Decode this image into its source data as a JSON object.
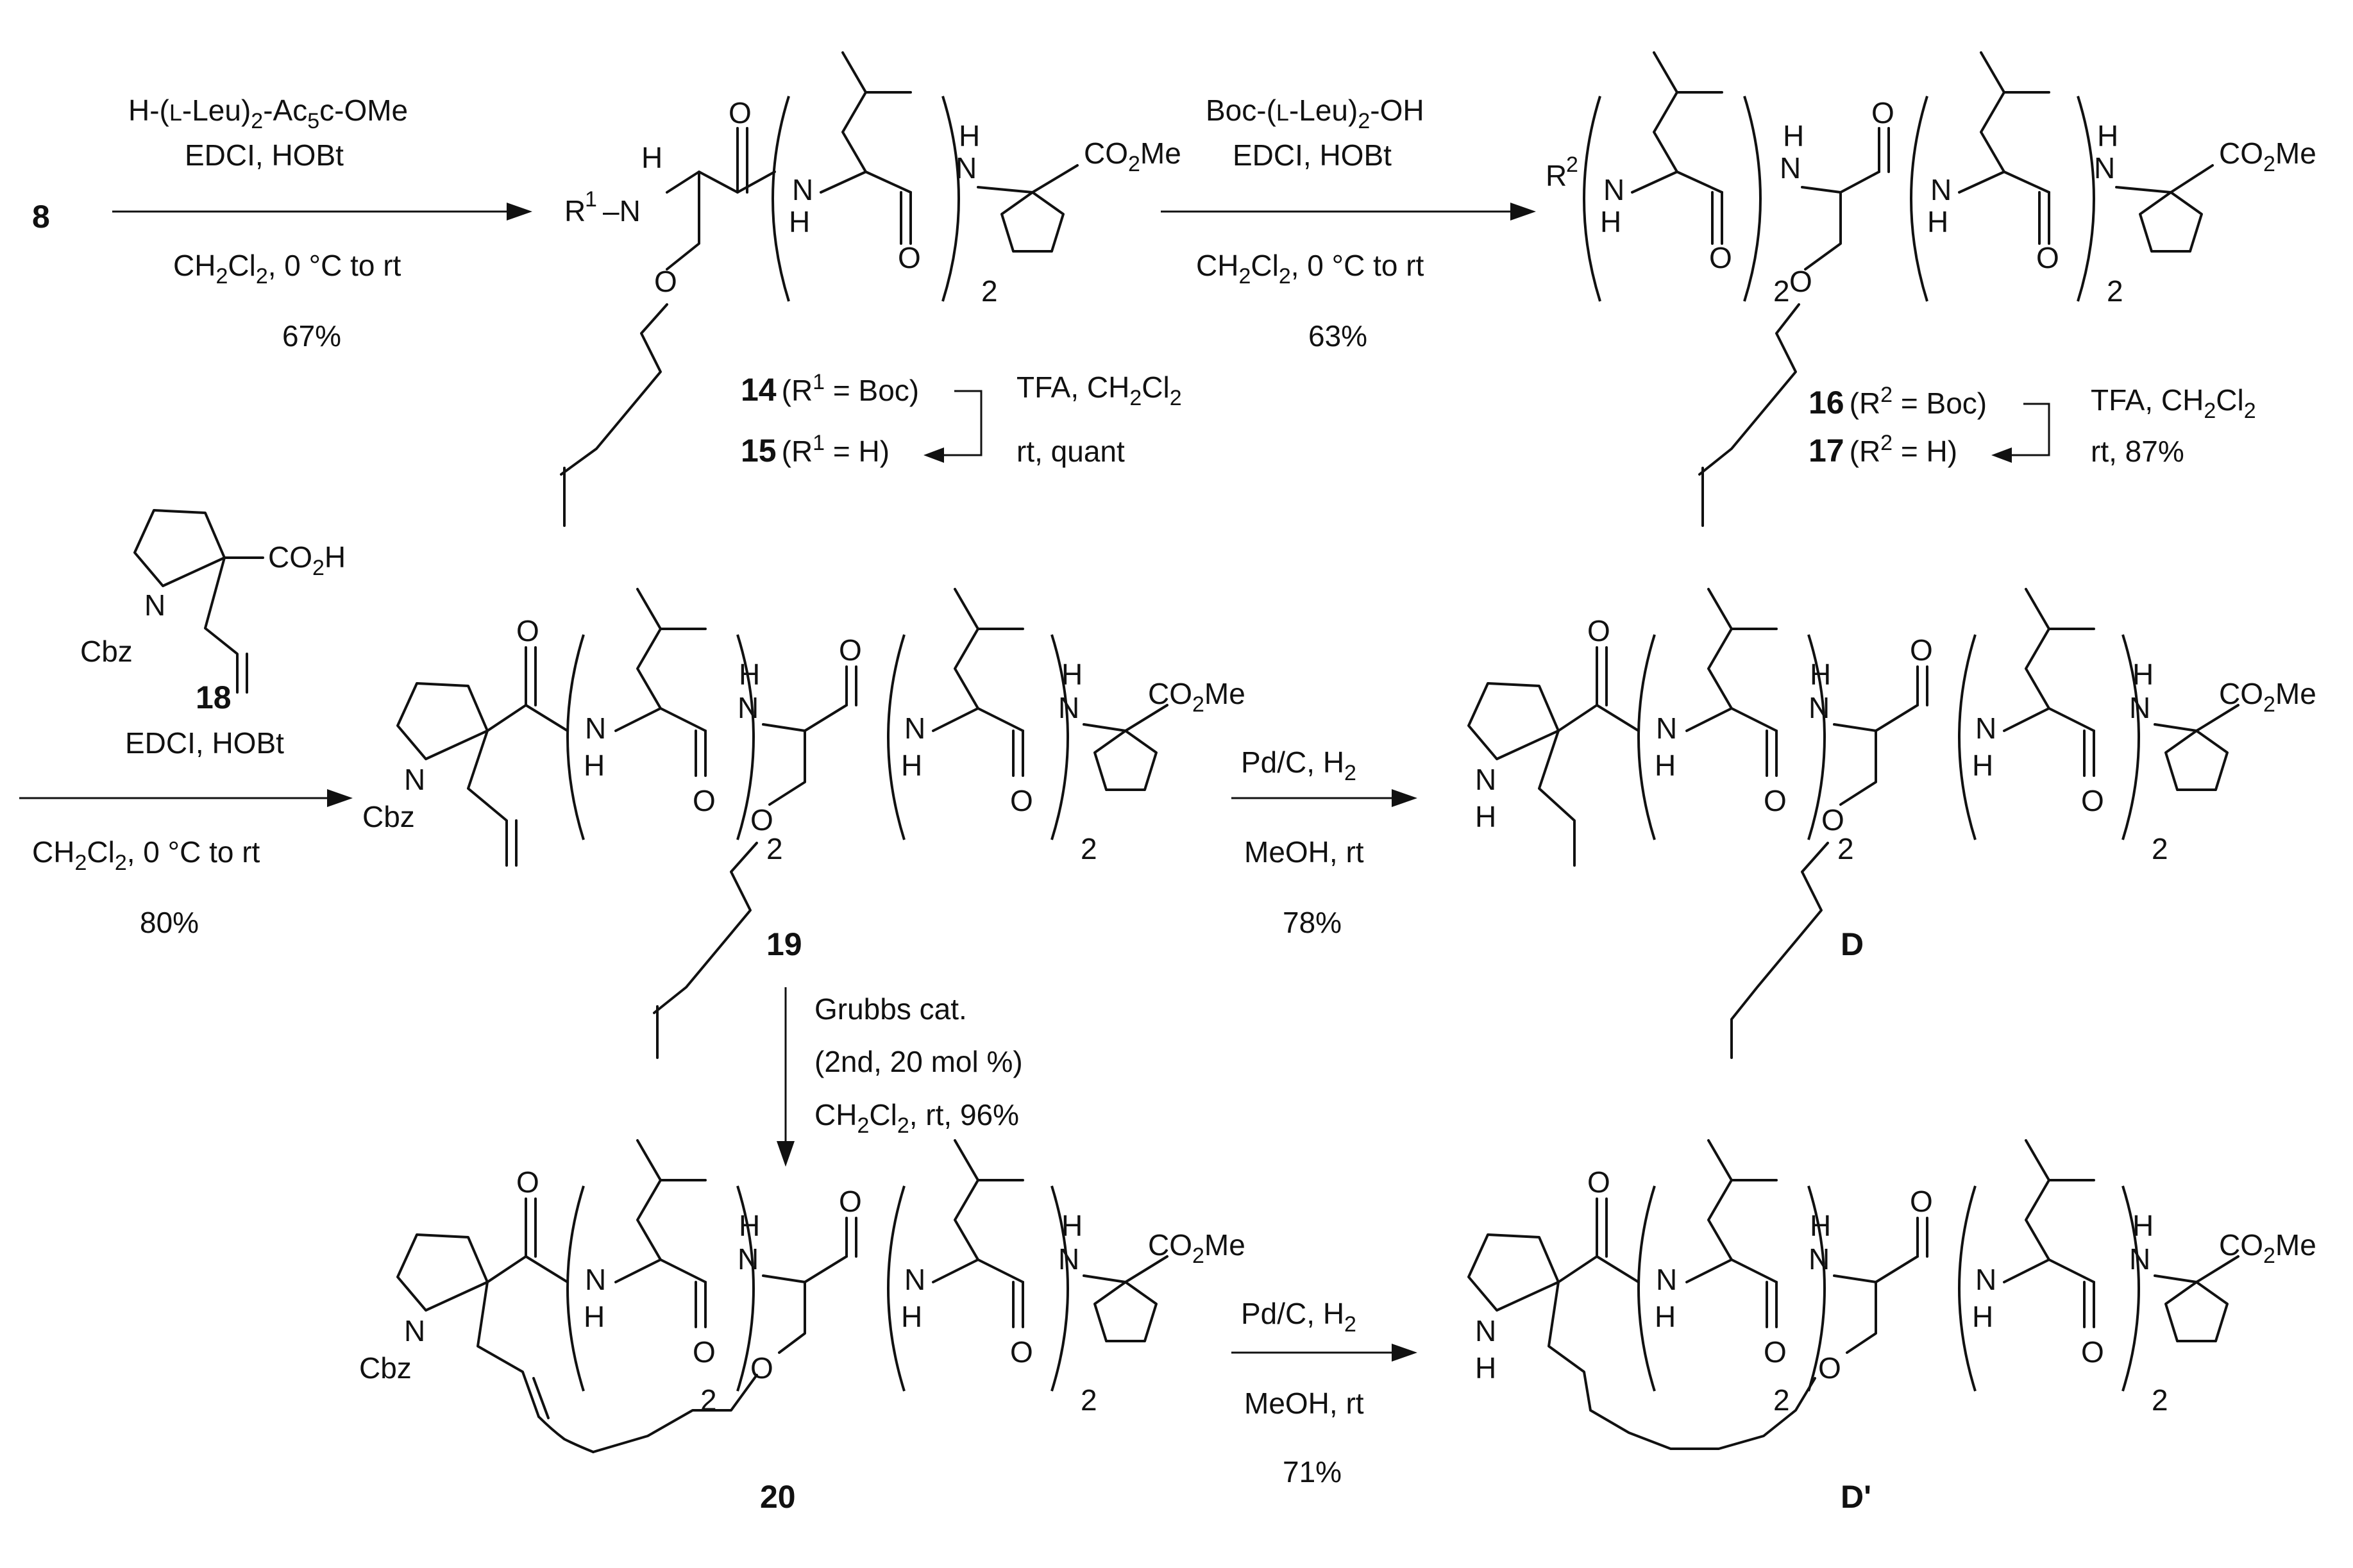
{
  "compounds": {
    "c8": "8",
    "c14": "14",
    "c15": "15",
    "c16": "16",
    "c17": "17",
    "c18": "18",
    "c19": "19",
    "c20": "20",
    "cD": "D",
    "cDp": "D'"
  },
  "labels": {
    "r_eq": "(R",
    "sup1": "1",
    "sup2": "2",
    "eq_boc": " = Boc)",
    "eq_h": " = H)",
    "R": "R",
    "NH_dash": "–N",
    "N": "N",
    "H": "H",
    "O": "O",
    "CO": "CO",
    "two": "2",
    "Me": "Me",
    "H_co2": "H",
    "Cbz": "Cbz"
  },
  "step1": {
    "line1_a": "H-(",
    "line1_small": "L",
    "line1_b": "-Leu)",
    "line1_sub": "2",
    "line1_c": "-Ac",
    "line1_sub2": "5",
    "line1_d": "c-OMe",
    "line2": "EDCI, HOBt",
    "solv_a": "CH",
    "solv_sub1": "2",
    "solv_b": "Cl",
    "solv_sub2": "2",
    "solv_c": ", 0 °C to rt",
    "yield": "67%"
  },
  "step2": {
    "line1_a": "Boc-(",
    "line1_small": "L",
    "line1_b": "-Leu)",
    "line1_sub": "2",
    "line1_c": "-OH",
    "line2": "EDCI, HOBt",
    "solv_a": "CH",
    "solv_sub1": "2",
    "solv_b": "Cl",
    "solv_sub2": "2",
    "solv_c": ", 0 °C to rt",
    "yield": "63%"
  },
  "deprot1": {
    "line1_a": "TFA, CH",
    "sub1": "2",
    "line1_b": "Cl",
    "sub2": "2",
    "line2": "rt, quant"
  },
  "deprot2": {
    "line1_a": "TFA, CH",
    "sub1": "2",
    "line1_b": "Cl",
    "sub2": "2",
    "line2": "rt, 87%"
  },
  "step3": {
    "line1": "EDCI, HOBt",
    "solv_a": "CH",
    "solv_sub1": "2",
    "solv_b": "Cl",
    "solv_sub2": "2",
    "solv_c": ", 0 °C to rt",
    "yield": "80%"
  },
  "step4": {
    "line1_a": "Pd/C, H",
    "sub": "2",
    "line2": "MeOH, rt",
    "yield": "78%"
  },
  "step5": {
    "line1": "Grubbs cat.",
    "line2": "(2nd, 20 mol %)",
    "solv_a": "CH",
    "solv_sub1": "2",
    "solv_b": "Cl",
    "solv_sub2": "2",
    "solv_c": ", rt, 96%"
  },
  "step6": {
    "line1_a": "Pd/C, H",
    "sub": "2",
    "line2": "MeOH, rt",
    "yield": "71%"
  }
}
